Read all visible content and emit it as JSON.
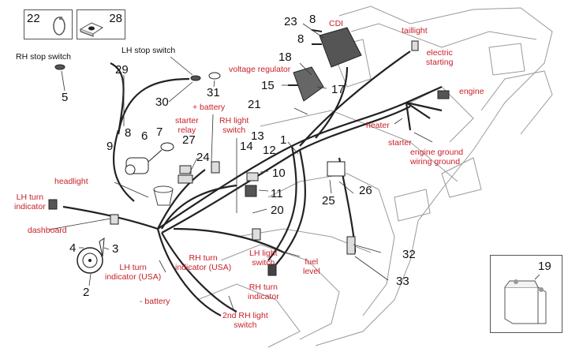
{
  "diagram": {
    "title": "Electrical system wiring diagram",
    "colors": {
      "label_red": "#c8202a",
      "ink": "#111111",
      "frame_line": "#9a9a9a"
    },
    "inset_boxes": [
      {
        "part": "22",
        "icon": "hose-clamp-icon"
      },
      {
        "part": "28",
        "icon": "clip-nut-icon"
      },
      {
        "part": "19",
        "icon": "battery-icon"
      }
    ],
    "part_numbers": {
      "p1": "1",
      "p2": "2",
      "p3": "3",
      "p4": "4",
      "p5": "5",
      "p6": "6",
      "p7": "7",
      "p8a": "8",
      "p8b": "8",
      "p8c": "8",
      "p9": "9",
      "p10": "10",
      "p11": "11",
      "p12": "12",
      "p13": "13",
      "p14": "14",
      "p15": "15",
      "p17": "17",
      "p18": "18",
      "p20": "20",
      "p21": "21",
      "p23": "23",
      "p24": "24",
      "p25": "25",
      "p26": "26",
      "p27": "27",
      "p29": "29",
      "p30": "30",
      "p31": "31",
      "p32": "32",
      "p33": "33"
    },
    "labels": {
      "rh_stop_switch": "RH stop switch",
      "lh_stop_switch": "LH stop switch",
      "voltage_regulator": "voltage regulator",
      "cdi": "CDI",
      "taillight": "taillight",
      "electric_starting_1": "electric",
      "electric_starting_2": "starting",
      "engine": "engine",
      "heater": "heater",
      "starter": "starter",
      "engine_ground": "engine ground",
      "wiring_ground": "wiring ground",
      "plus_battery": "+ battery",
      "starter_relay_1": "starter",
      "starter_relay_2": "relay",
      "rh_light_switch_1": "RH light",
      "rh_light_switch_2": "switch",
      "headlight": "headlight",
      "lh_turn_indicator_1": "LH turn",
      "lh_turn_indicator_2": "indicator",
      "dashboard": "dashboard",
      "lh_turn_usa_1": "LH turn",
      "lh_turn_usa_2": "indicator (USA)",
      "rh_turn_usa_1": "RH turn",
      "rh_turn_usa_2": "indicator (USA)",
      "lh_light_switch_1": "LH light",
      "lh_light_switch_2": "switch",
      "fuel_level_1": "fuel",
      "fuel_level_2": "level",
      "rh_turn_indicator_1": "RH turn",
      "rh_turn_indicator_2": "indicator",
      "minus_battery": "- battery",
      "second_rh_light_1": "2nd RH light",
      "second_rh_light_2": "switch"
    }
  }
}
